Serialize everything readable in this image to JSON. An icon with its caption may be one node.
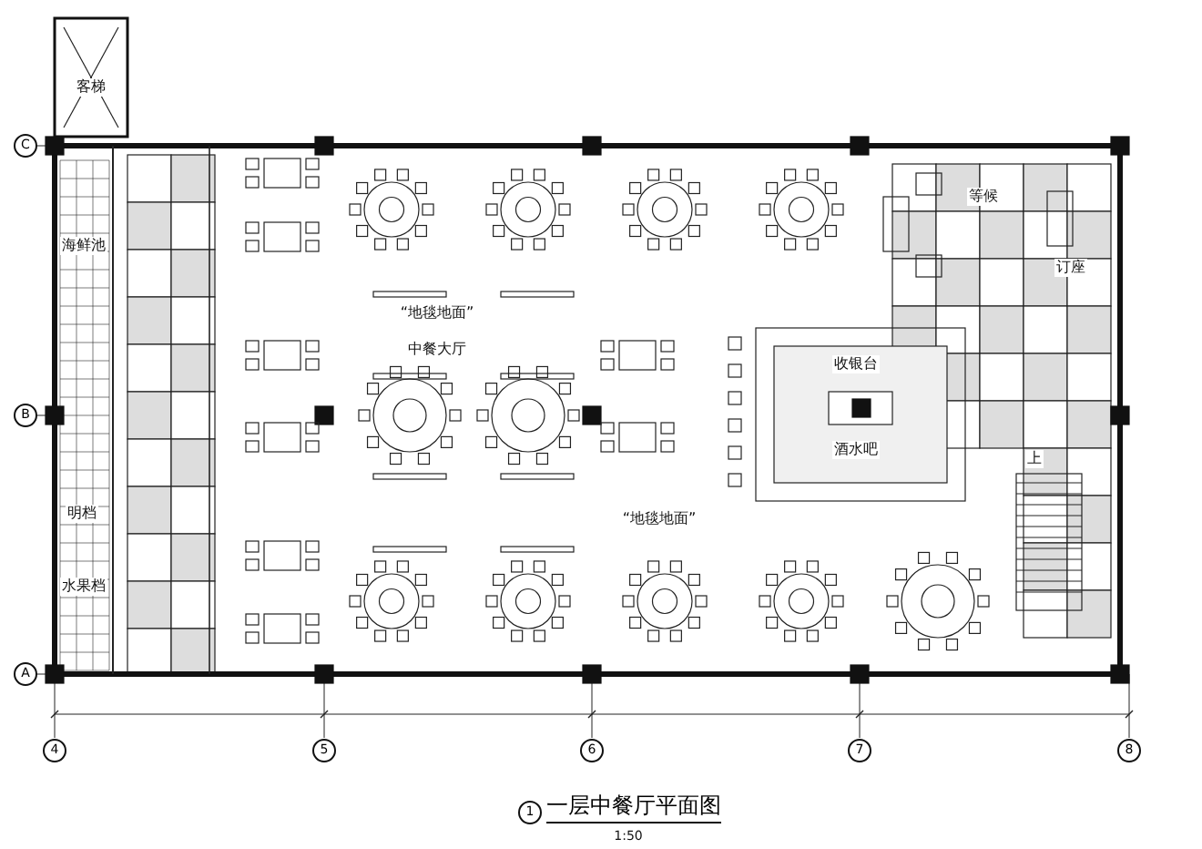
{
  "diagram": {
    "title": "一层中餐厅平面图",
    "labels": [
      "客梯",
      "海鲜池",
      "明档",
      "水果档",
      "“地毯地面”",
      "中餐大厅",
      "“地毯地面”",
      "等候",
      "订座",
      "收银台",
      "酒水吧",
      "上",
      "C",
      "B",
      "A",
      "4",
      "5",
      "6",
      "7",
      "8",
      "1",
      "1:50"
    ]
  }
}
